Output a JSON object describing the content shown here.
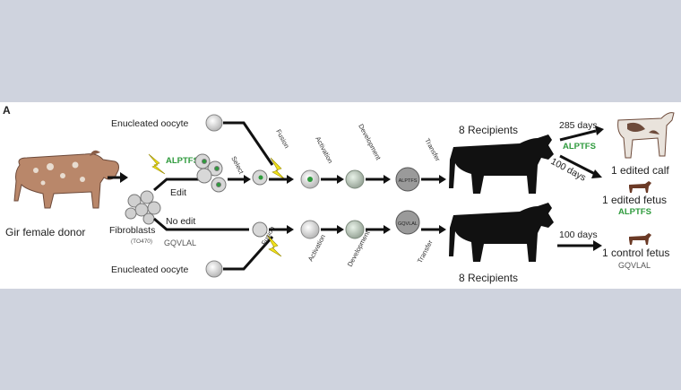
{
  "panel_label": "A",
  "donor_label": "Gir female donor",
  "fibroblasts": {
    "label": "Fibroblasts",
    "code": "(TO470)",
    "allele": "GQVLAL"
  },
  "edit_branch": {
    "allele": "ALPTFS",
    "label": "Edit",
    "select": "Select"
  },
  "no_edit_label": "No edit",
  "oocyte_top": "Enucleated oocyte",
  "oocyte_bottom": "Enucleated oocyte",
  "steps_top": {
    "fusion": "Fusion",
    "activation": "Activation",
    "development": "Development",
    "transfer": "Transfer"
  },
  "steps_bottom": {
    "fusion": "Fusion",
    "activation": "Activation",
    "development": "Development",
    "transfer": "Transfer"
  },
  "embryo_top": "ALPTFS",
  "embryo_bottom": "GQVLAL",
  "recipients_top": "8 Recipients",
  "recipients_bottom": "8 Recipients",
  "outcome_top": {
    "days_calf": "285 days",
    "allele_mid": "ALPTFS",
    "days_fetus": "100 days",
    "calf": "1 edited calf",
    "fetus": "1 edited fetus",
    "fetus_allele": "ALPTFS"
  },
  "outcome_bottom": {
    "days": "100 days",
    "fetus": "1 control fetus",
    "allele": "GQVLAL"
  },
  "colors": {
    "accent_green": "#2e9a3c",
    "lightning": "#f2e21a",
    "cow_black": "#111111"
  }
}
